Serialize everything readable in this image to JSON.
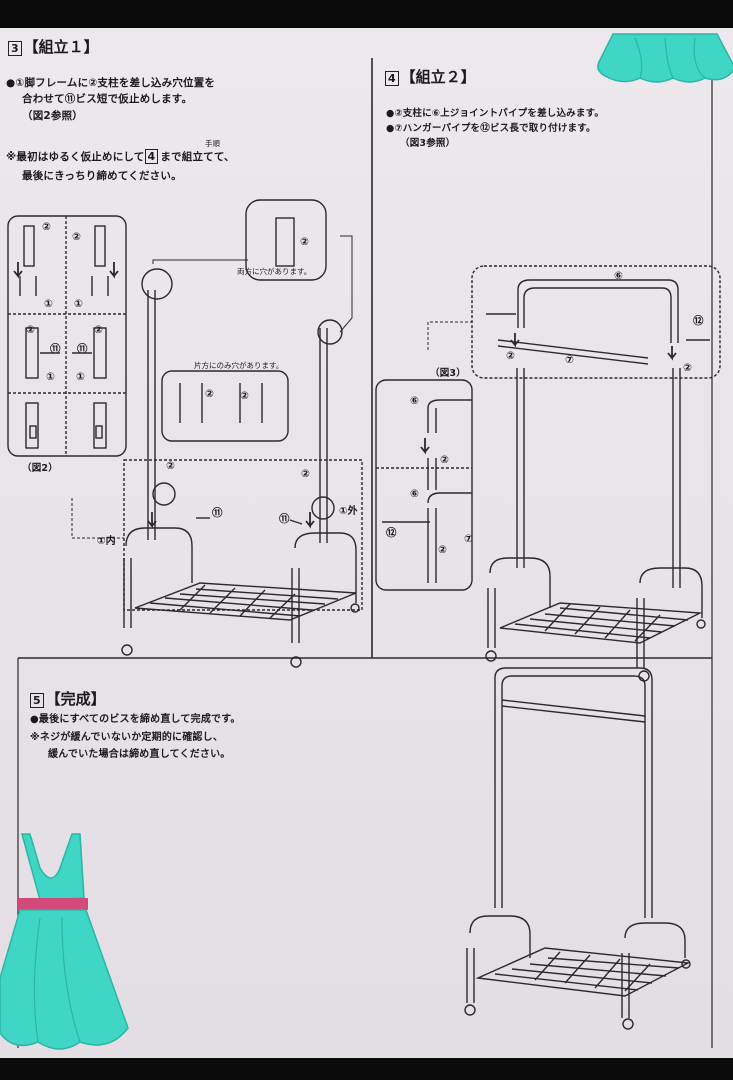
{
  "step3": {
    "num": "3",
    "title": "【組立１】",
    "line1": "●①脚フレームに②支柱を差し込み穴位置を",
    "line2": "合わせて⑪ビス短で仮止めします。",
    "line3": "（図2参照）",
    "note_small": "手順",
    "note_num": "4",
    "note1a": "※最初はゆるく仮止めにして",
    "note1b": "まで組立てて、",
    "note2": "最後にきっちり締めてください。",
    "both_holes": "両方に穴があります。",
    "one_hole": "片方にのみ穴があります。",
    "fig2": "（図2）",
    "inner": "①内",
    "outer": "①外"
  },
  "step4": {
    "num": "4",
    "title": "【組立２】",
    "line1": "●②支柱に⑥上ジョイントパイプを差し込みます。",
    "line2": "●⑦ハンガーパイプを⑫ビス長で取り付けます。",
    "line3": "（図3参照）",
    "fig3": "（図3）"
  },
  "step5": {
    "num": "5",
    "title": "【完成】",
    "line1": "●最後にすべてのビスを締め直して完成です。",
    "line2": "※ネジが緩んでいないか定期的に確認し、",
    "line3": "緩んでいた場合は締め直してください。"
  },
  "labels": {
    "c1": "①",
    "c2": "②",
    "c6": "⑥",
    "c7": "⑦",
    "c11": "⑪",
    "c12": "⑫"
  },
  "colors": {
    "paper": "#e9e5ea",
    "ink": "#1b1b1b",
    "dress": "#3fd6c6",
    "belt": "#d14a7a"
  },
  "icons": [
    "dress-icon",
    "skirt-icon"
  ]
}
